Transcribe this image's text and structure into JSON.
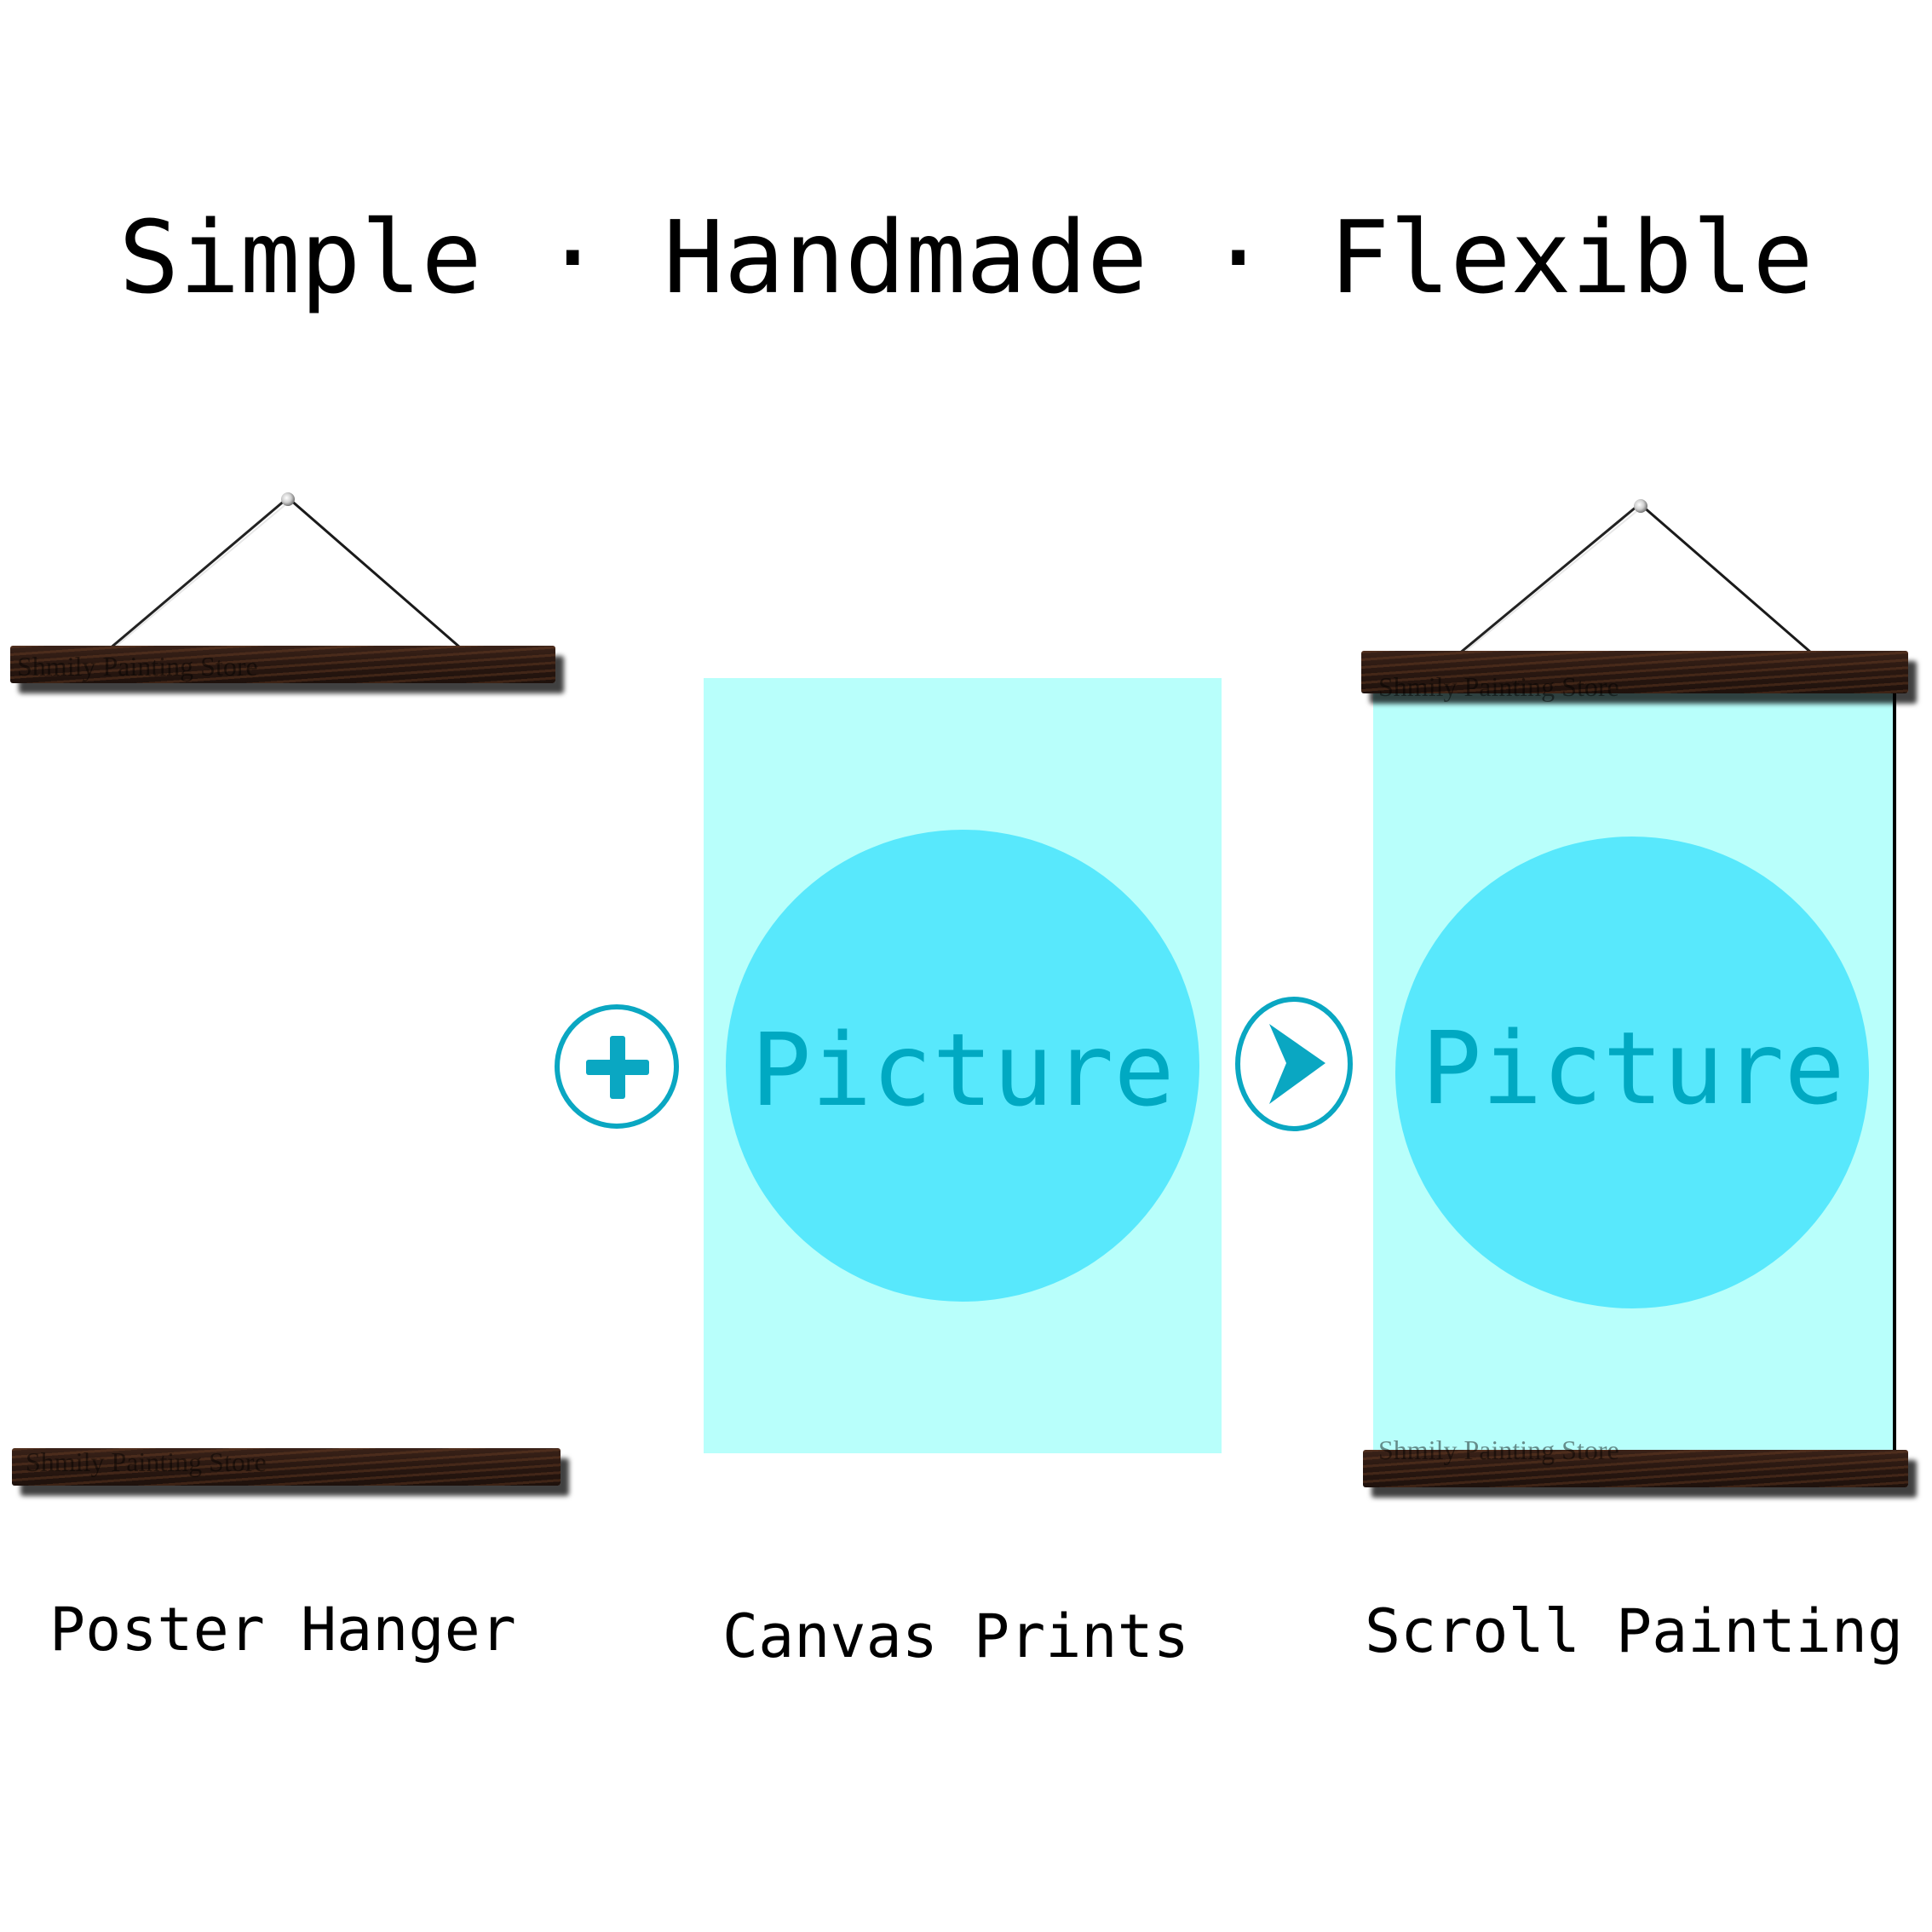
{
  "headline": "Simple · Handmade · Flexible",
  "captions": {
    "poster_hanger": "Poster Hanger",
    "canvas_prints": "Canvas Prints",
    "scroll_painting": "Scroll Painting"
  },
  "picture_label": "Picture",
  "watermark": "Shmily Painting Store",
  "icons": {
    "plus": "plus-circle-icon",
    "arrow": "arrow-right-circle-icon"
  },
  "colors": {
    "canvas_background": "#b8fffb",
    "circle_fill": "#58e8fc",
    "picture_text": "#00a9c2",
    "icon_accent": "#0aa7c2",
    "hanger_wood": "#2a1811"
  }
}
